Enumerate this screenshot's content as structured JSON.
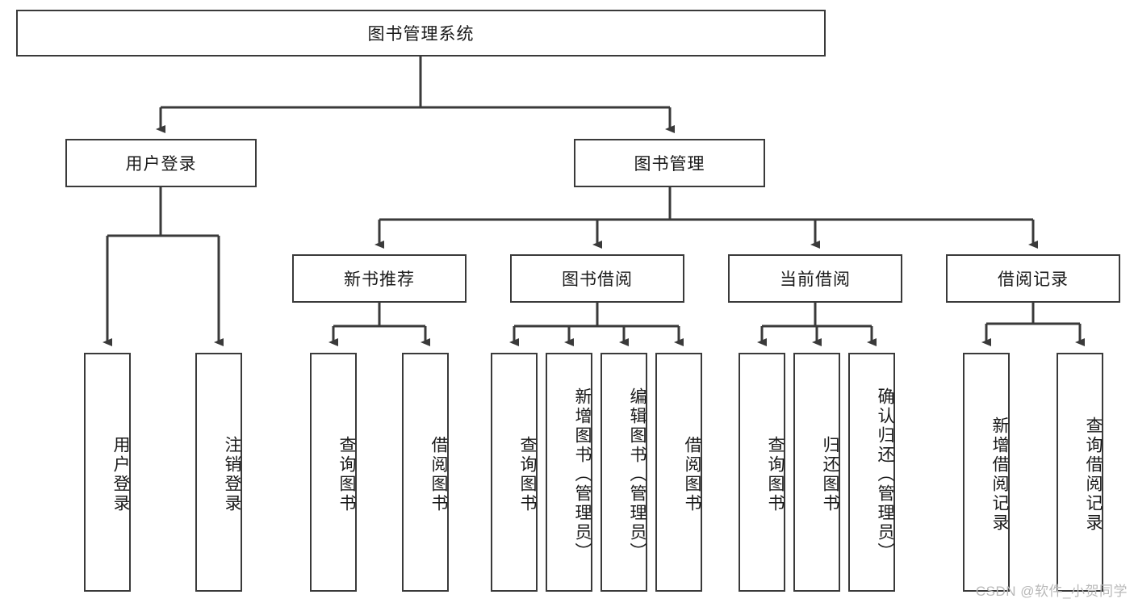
{
  "diagram": {
    "title": "图书管理系统",
    "type": "hierarchy-tree",
    "root": {
      "label": "图书管理系统"
    },
    "level2": [
      {
        "label": "用户登录"
      },
      {
        "label": "图书管理"
      }
    ],
    "level3": [
      {
        "label": "新书推荐"
      },
      {
        "label": "图书借阅"
      },
      {
        "label": "当前借阅"
      },
      {
        "label": "借阅记录"
      }
    ],
    "leaves": {
      "user_login": [
        {
          "label": "用户登录"
        },
        {
          "label": "注销登录"
        }
      ],
      "new_book_recommend": [
        {
          "label": "查询图书"
        },
        {
          "label": "借阅图书"
        }
      ],
      "book_borrow": [
        {
          "label": "查询图书"
        },
        {
          "label": "新增图书（管理员）"
        },
        {
          "label": "编辑图书（管理员）"
        },
        {
          "label": "借阅图书"
        }
      ],
      "current_borrow": [
        {
          "label": "查询图书"
        },
        {
          "label": "归还图书"
        },
        {
          "label": "确认归还（管理员）"
        }
      ],
      "borrow_record": [
        {
          "label": "新增借阅记录"
        },
        {
          "label": "查询借阅记录"
        }
      ]
    }
  },
  "watermark": {
    "text": "CSDN @软件_小贺同学"
  },
  "colors": {
    "box_border": "#3a3a3a",
    "box_fill": "#ffffff",
    "edge": "#3a3a3a",
    "text": "#1a1a1a",
    "watermark": "#b9b9b9"
  }
}
